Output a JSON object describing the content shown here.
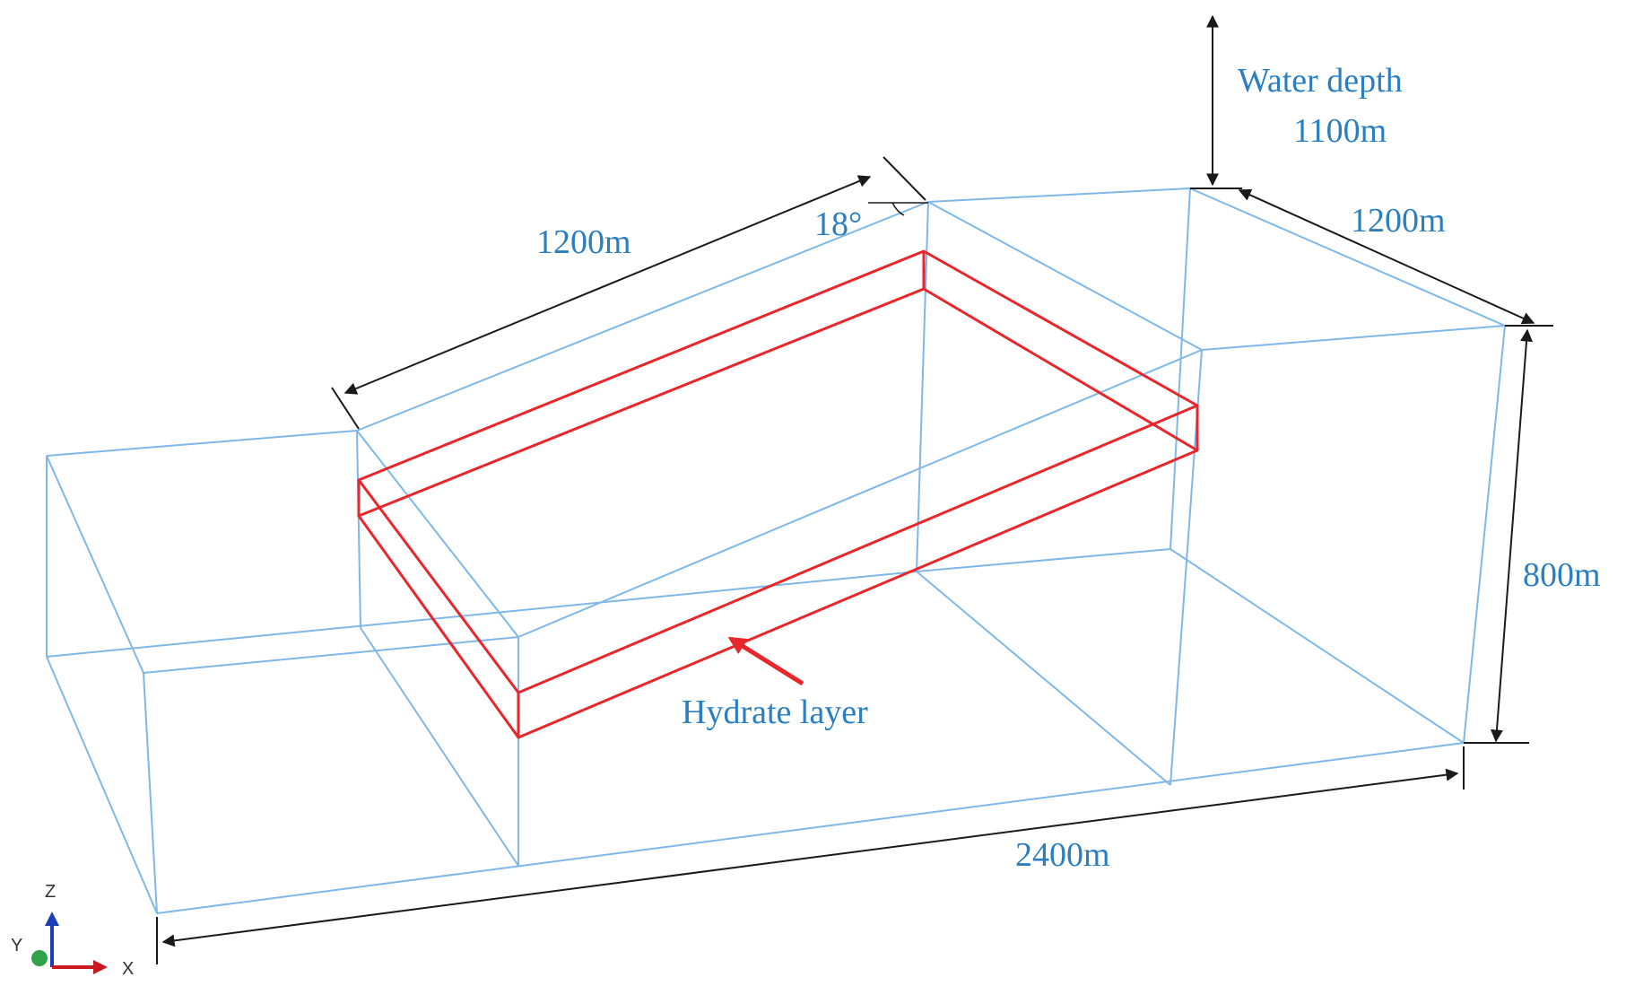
{
  "labels": {
    "top_length": "1200m",
    "angle": "18°",
    "water_depth_line1": "Water depth",
    "water_depth_line2": "1100m",
    "right_length": "1200m",
    "height": "800m",
    "bottom_length": "2400m",
    "hydrate_layer": "Hydrate layer"
  },
  "axes": {
    "z": "Z",
    "y": "Y",
    "x": "X"
  },
  "colors": {
    "model_lines": "#7fb8e8",
    "hydrate_lines": "#e8262b",
    "label_text": "#2b7fc1",
    "dimension_arrows": "#1a1a1a",
    "axis_z": "#1a3fb5",
    "axis_x": "#c8191f",
    "axis_y": "#2fa24a"
  }
}
